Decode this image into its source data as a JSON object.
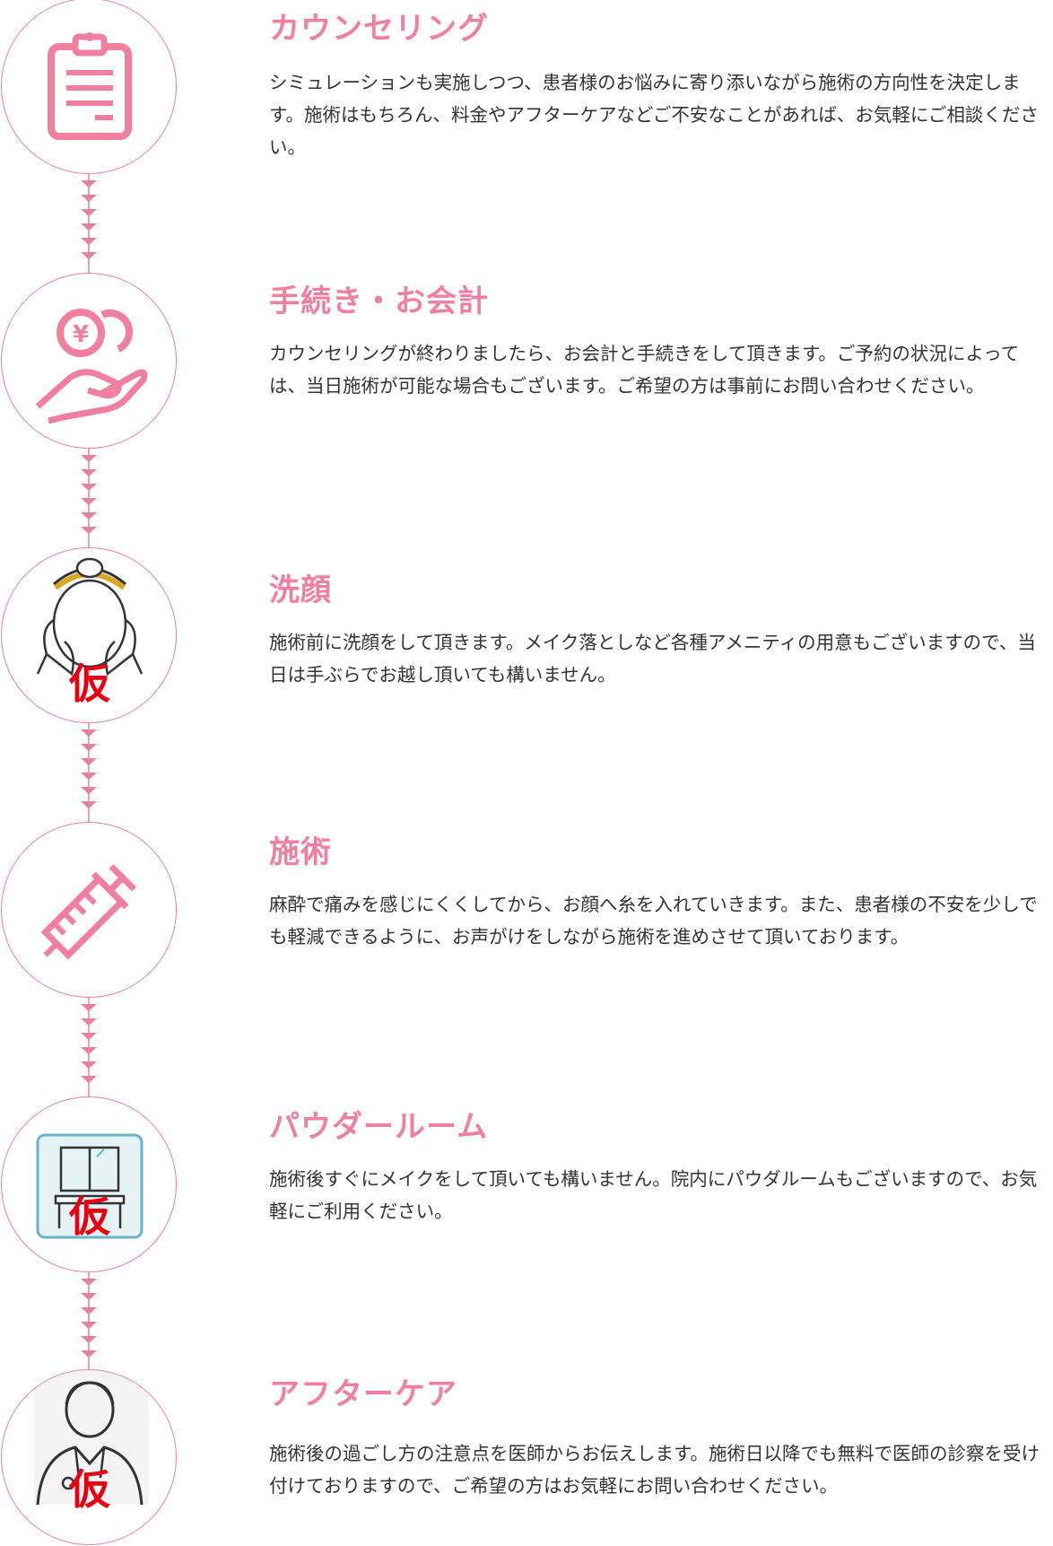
{
  "accent_color": "#f07fa0",
  "line_color": "#e8809d",
  "placeholder_mark_color": "#e60012",
  "steps": [
    {
      "title": "カウンセリング",
      "description": "シミュレーションも実施しつつ、患者様のお悩みに寄り添いながら施術の方向性を決定します。施術はもちろん、料金やアフターケアなどご不安なことがあれば、お気軽にご相談ください。",
      "icon": "clipboard-icon"
    },
    {
      "title": "手続き・お会計",
      "description": "カウンセリングが終わりましたら、お会計と手続きをして頂きます。ご予約の状況によっては、当日施術が可能な場合もございます。ご希望の方は事前にお問い合わせください。",
      "icon": "yen-coin-hand-icon",
      "icon_glyph": "¥"
    },
    {
      "title": "洗顔",
      "description": "施術前に洗顔をして頂きます。メイク落としなど各種アメニティの用意もございますので、当日は手ぶらでお越し頂いても構いません。",
      "icon": "face-wash-icon",
      "placeholder_mark": "仮"
    },
    {
      "title": "施術",
      "description": "麻酔で痛みを感じにくくしてから、お顔へ糸を入れていきます。また、患者様の不安を少しでも軽減できるように、お声がけをしながら施術を進めさせて頂いております。",
      "icon": "syringe-icon"
    },
    {
      "title": "パウダールーム",
      "description": "施術後すぐにメイクをして頂いても構いません。院内にパウダルームもございますので、お気軽にご利用ください。",
      "icon": "vanity-sink-icon",
      "placeholder_mark": "仮"
    },
    {
      "title": "アフターケア",
      "description": "施術後の過ごし方の注意点を医師からお伝えします。施術日以降でも無料で医師の診察を受け付けておりますので、ご希望の方はお気軽にお問い合わせください。",
      "icon": "doctor-icon",
      "placeholder_mark": "仮"
    }
  ]
}
